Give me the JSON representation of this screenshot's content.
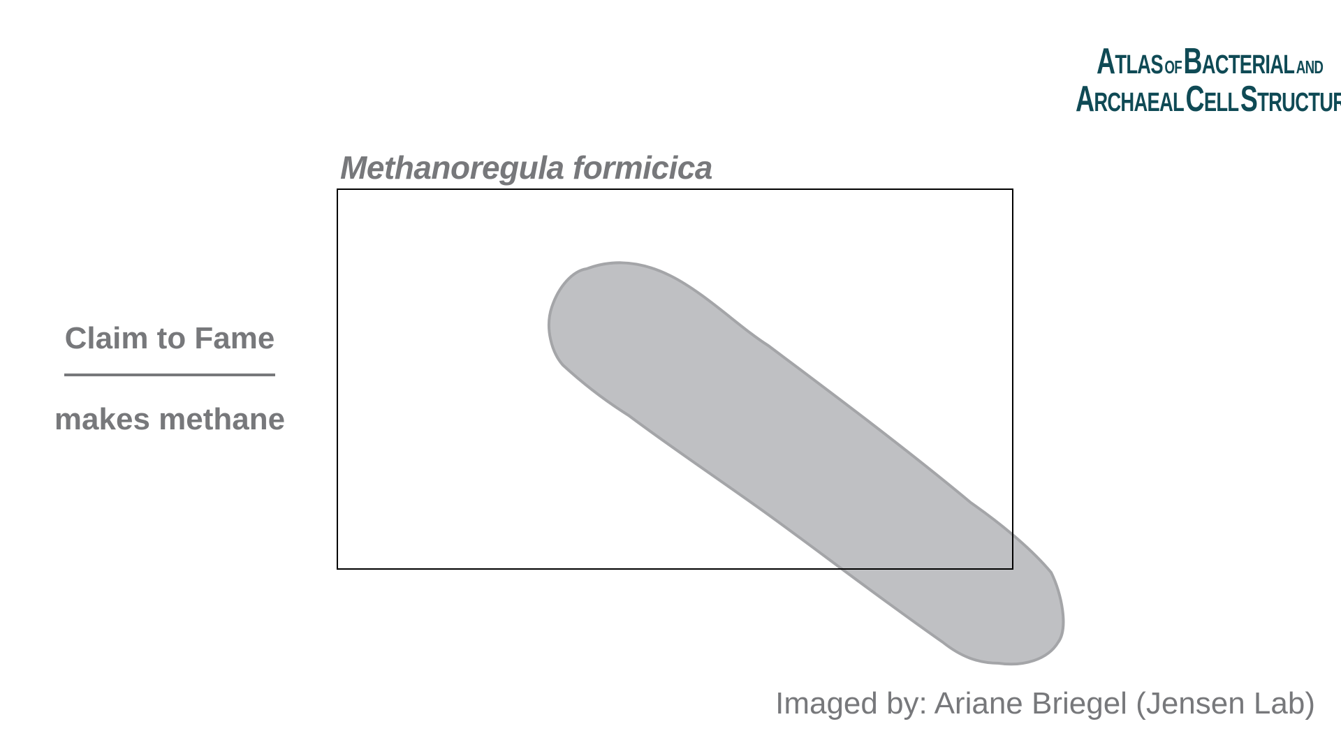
{
  "logo": {
    "line1": {
      "a": "A",
      "tlas": "tlas",
      "of": "of",
      "b": "B",
      "acterial": "acterial",
      "and": "and"
    },
    "line2": {
      "a": "A",
      "rchaeal": "rchaeal",
      "c": "C",
      "ell": "ell",
      "s": "S",
      "tructure": "tructure"
    },
    "color": "#0f4a55"
  },
  "species_name": "Methanoregula formicica",
  "claim_to_fame": {
    "title": "Claim to Fame",
    "text": "makes methane"
  },
  "credit": "Imaged by: Ariane Briegel (Jensen Lab)",
  "colors": {
    "text_gray": "#77787b",
    "cell_fill": "#bfc0c3",
    "cell_outline": "#a4a5a8",
    "frame": "#000000"
  }
}
